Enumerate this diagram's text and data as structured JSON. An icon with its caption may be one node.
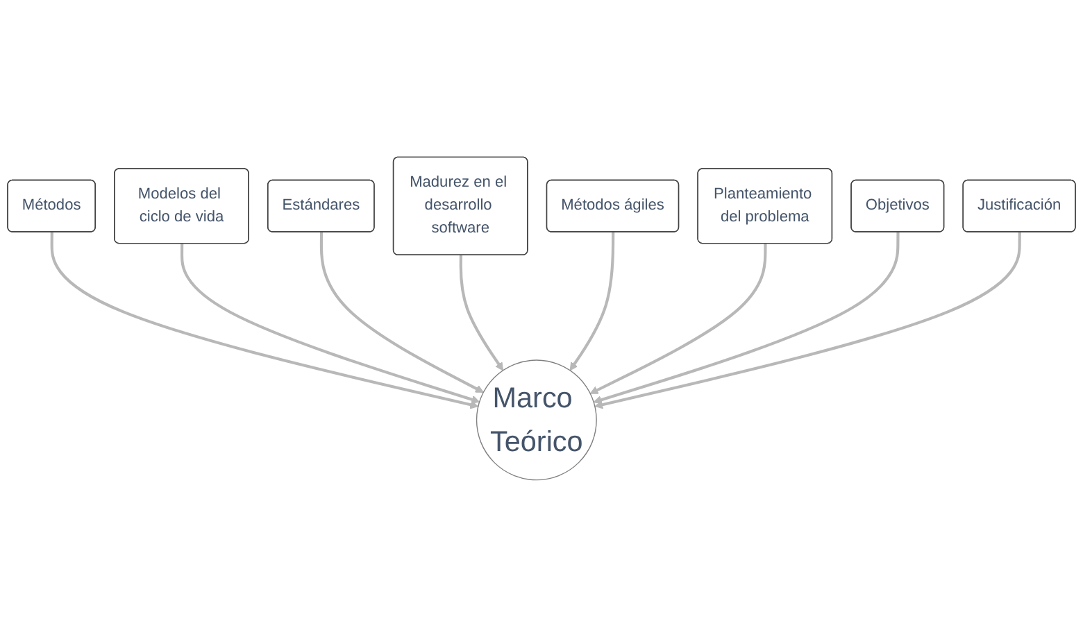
{
  "diagram": {
    "nodes": [
      {
        "text": [
          "Métodos"
        ]
      },
      {
        "text": [
          "Modelos del ciclo de vida"
        ]
      },
      {
        "text": [
          "Estándares"
        ]
      },
      {
        "text": [
          "Madurez en el desarrollo software"
        ]
      },
      {
        "text": [
          "Métodos ágiles"
        ]
      },
      {
        "text": [
          "Planteamiento del problema"
        ]
      },
      {
        "text": [
          "Objetivos"
        ]
      },
      {
        "text": [
          "Justificación"
        ]
      },
      {
        "text": [
          "Marco Teórico"
        ]
      }
    ],
    "edges": [
      {
        "from": 0,
        "to": 8,
        "arrow": "to"
      },
      {
        "from": 1,
        "to": 8,
        "arrow": "to"
      },
      {
        "from": 2,
        "to": 8,
        "arrow": "to"
      },
      {
        "from": 3,
        "to": 8,
        "arrow": "to"
      },
      {
        "from": 4,
        "to": 8,
        "arrow": "to"
      },
      {
        "from": 5,
        "to": 8,
        "arrow": "to"
      },
      {
        "from": 6,
        "to": 8,
        "arrow": "to"
      },
      {
        "from": 7,
        "to": 8,
        "arrow": "to"
      }
    ]
  }
}
